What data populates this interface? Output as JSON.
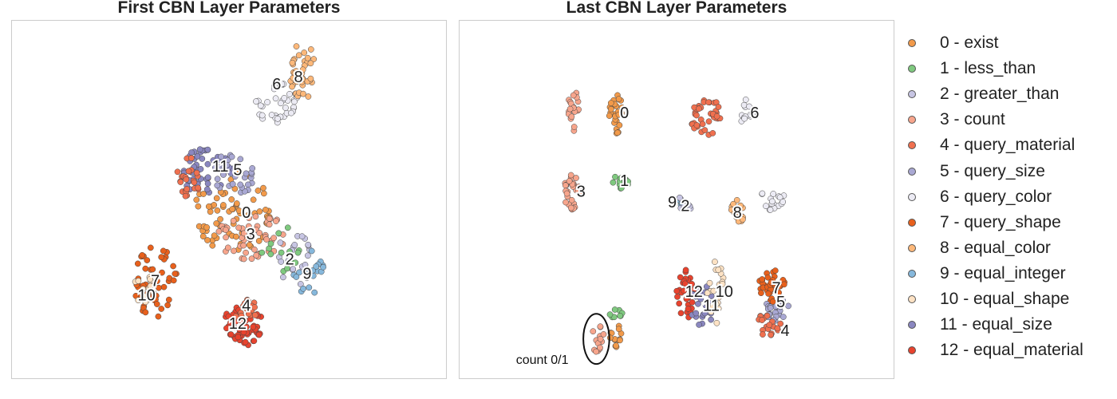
{
  "chart_data": [
    {
      "type": "scatter",
      "title": "First CBN Layer Parameters",
      "xlabel": "",
      "ylabel": "",
      "xlim": [
        0,
        100
      ],
      "ylim": [
        0,
        100
      ],
      "grid": false,
      "clusters": [
        {
          "cls": 0,
          "label": "0",
          "cx": 51,
          "cy": 47,
          "rx": 9,
          "ry": 12,
          "n": 70,
          "label_x": 54,
          "label_y": 46
        },
        {
          "cls": 3,
          "label": "3",
          "cx": 55,
          "cy": 40,
          "rx": 8,
          "ry": 7,
          "n": 55,
          "label_x": 55,
          "label_y": 40
        },
        {
          "cls": 2,
          "label": "2",
          "cx": 65,
          "cy": 33,
          "rx": 4,
          "ry": 8,
          "n": 22,
          "label_x": 64,
          "label_y": 33
        },
        {
          "cls": 9,
          "label": "9",
          "cx": 68,
          "cy": 30,
          "rx": 4,
          "ry": 7,
          "n": 18,
          "label_x": 68,
          "label_y": 29
        },
        {
          "cls": 1,
          "label": "",
          "cx": 62,
          "cy": 38,
          "rx": 5,
          "ry": 9,
          "n": 14,
          "label_x": 0,
          "label_y": 0
        },
        {
          "cls": 11,
          "label": "11",
          "cx": 45,
          "cy": 58,
          "rx": 6,
          "ry": 7,
          "n": 45,
          "label_x": 48,
          "label_y": 59
        },
        {
          "cls": 5,
          "label": "5",
          "cx": 51,
          "cy": 57,
          "rx": 5,
          "ry": 6,
          "n": 30,
          "label_x": 52,
          "label_y": 58
        },
        {
          "cls": 4,
          "label": "",
          "cx": 41,
          "cy": 56,
          "rx": 3,
          "ry": 6,
          "n": 25,
          "label_x": 0,
          "label_y": 0
        },
        {
          "cls": 6,
          "label": "6",
          "cx": 61,
          "cy": 77,
          "rx": 5,
          "ry": 6,
          "n": 38,
          "label_x": 61,
          "label_y": 82
        },
        {
          "cls": 8,
          "label": "8",
          "cx": 67,
          "cy": 86,
          "rx": 3,
          "ry": 8,
          "n": 40,
          "label_x": 66,
          "label_y": 84
        },
        {
          "cls": 7,
          "label": "7",
          "cx": 33,
          "cy": 27,
          "rx": 5,
          "ry": 10,
          "n": 50,
          "label_x": 33,
          "label_y": 27
        },
        {
          "cls": 10,
          "label": "10",
          "cx": 30,
          "cy": 25,
          "rx": 3,
          "ry": 4,
          "n": 14,
          "label_x": 31,
          "label_y": 23
        },
        {
          "cls": 12,
          "label": "12",
          "cx": 53,
          "cy": 15,
          "rx": 5,
          "ry": 6,
          "n": 55,
          "label_x": 52,
          "label_y": 15
        },
        {
          "cls": 4,
          "label": "4",
          "cx": 54,
          "cy": 19,
          "rx": 3,
          "ry": 3,
          "n": 18,
          "label_x": 54,
          "label_y": 20
        }
      ]
    },
    {
      "type": "scatter",
      "title": "Last CBN Layer Parameters",
      "xlabel": "",
      "ylabel": "",
      "xlim": [
        0,
        100
      ],
      "ylim": [
        0,
        100
      ],
      "grid": false,
      "clusters": [
        {
          "cls": 0,
          "label": "0",
          "cx": 36,
          "cy": 74,
          "rx": 1.5,
          "ry": 6,
          "n": 30,
          "label_x": 38,
          "label_y": 74
        },
        {
          "cls": 3,
          "label": "",
          "cx": 26,
          "cy": 75,
          "rx": 1.5,
          "ry": 6,
          "n": 20,
          "label_x": 0,
          "label_y": 0
        },
        {
          "cls": 3,
          "label": "3",
          "cx": 26,
          "cy": 52,
          "rx": 2,
          "ry": 5,
          "n": 30,
          "label_x": 28,
          "label_y": 52
        },
        {
          "cls": 1,
          "label": "1",
          "cx": 37,
          "cy": 55,
          "rx": 2,
          "ry": 2,
          "n": 12,
          "label_x": 38,
          "label_y": 55
        },
        {
          "cls": 4,
          "label": "",
          "cx": 57,
          "cy": 73,
          "rx": 4,
          "ry": 5,
          "n": 40,
          "label_x": 0,
          "label_y": 0
        },
        {
          "cls": 6,
          "label": "6",
          "cx": 66,
          "cy": 74,
          "rx": 2,
          "ry": 4,
          "n": 14,
          "label_x": 68,
          "label_y": 74
        },
        {
          "cls": 9,
          "label": "9",
          "cx": 50,
          "cy": 49,
          "rx": 2,
          "ry": 2,
          "n": 6,
          "label_x": 49,
          "label_y": 49
        },
        {
          "cls": 2,
          "label": "2",
          "cx": 52,
          "cy": 49,
          "rx": 2,
          "ry": 2,
          "n": 8,
          "label_x": 52,
          "label_y": 48
        },
        {
          "cls": 8,
          "label": "8",
          "cx": 64,
          "cy": 46,
          "rx": 1.5,
          "ry": 4,
          "n": 18,
          "label_x": 64,
          "label_y": 46
        },
        {
          "cls": 6,
          "label": "",
          "cx": 72,
          "cy": 50,
          "rx": 3,
          "ry": 3,
          "n": 18,
          "label_x": 0,
          "label_y": 0
        },
        {
          "cls": 12,
          "label": "12",
          "cx": 52,
          "cy": 23,
          "rx": 2,
          "ry": 8,
          "n": 30,
          "label_x": 54,
          "label_y": 24
        },
        {
          "cls": 11,
          "label": "11",
          "cx": 56,
          "cy": 20,
          "rx": 3,
          "ry": 6,
          "n": 30,
          "label_x": 58,
          "label_y": 20
        },
        {
          "cls": 10,
          "label": "10",
          "cx": 59,
          "cy": 24,
          "rx": 2,
          "ry": 9,
          "n": 22,
          "label_x": 61,
          "label_y": 24
        },
        {
          "cls": 7,
          "label": "7",
          "cx": 72,
          "cy": 26,
          "rx": 3,
          "ry": 5,
          "n": 35,
          "label_x": 73,
          "label_y": 25
        },
        {
          "cls": 5,
          "label": "5",
          "cx": 73,
          "cy": 19,
          "rx": 3,
          "ry": 4,
          "n": 25,
          "label_x": 74,
          "label_y": 21
        },
        {
          "cls": 4,
          "label": "4",
          "cx": 71,
          "cy": 15,
          "rx": 3,
          "ry": 3,
          "n": 20,
          "label_x": 75,
          "label_y": 13
        },
        {
          "cls": 1,
          "label": "",
          "cx": 36,
          "cy": 18,
          "rx": 1.5,
          "ry": 2,
          "n": 8,
          "label_x": 0,
          "label_y": 0
        },
        {
          "cls": 0,
          "label": "",
          "cx": 36,
          "cy": 12,
          "rx": 1.5,
          "ry": 4,
          "n": 14,
          "label_x": 0,
          "label_y": 0
        },
        {
          "cls": 3,
          "label": "",
          "cx": 32,
          "cy": 11,
          "rx": 1.5,
          "ry": 4,
          "n": 14,
          "label_x": 0,
          "label_y": 0
        }
      ],
      "annotation": {
        "text": "count 0/1",
        "cx": 31.5,
        "cy": 11,
        "rx": 3,
        "ry": 7,
        "text_x": 13,
        "text_y": 5
      }
    }
  ],
  "legend": {
    "placement": "right",
    "items": [
      {
        "label": "0 - exist",
        "color": "#f29a4a"
      },
      {
        "label": "1 - less_than",
        "color": "#7fc97f"
      },
      {
        "label": "2 - greater_than",
        "color": "#c7c5e3"
      },
      {
        "label": "3 - count",
        "color": "#f7a58c"
      },
      {
        "label": "4 - query_material",
        "color": "#f0704f"
      },
      {
        "label": "5 - query_size",
        "color": "#a9a8d3"
      },
      {
        "label": "6 - query_color",
        "color": "#ecebf4"
      },
      {
        "label": "7 - query_shape",
        "color": "#e8601c"
      },
      {
        "label": "8 - equal_color",
        "color": "#fdb87a"
      },
      {
        "label": "9 - equal_integer",
        "color": "#86b8dc"
      },
      {
        "label": "10 - equal_shape",
        "color": "#fde2c4"
      },
      {
        "label": "11 - equal_size",
        "color": "#8a87c0"
      },
      {
        "label": "12 - equal_material",
        "color": "#e8432e"
      }
    ]
  }
}
